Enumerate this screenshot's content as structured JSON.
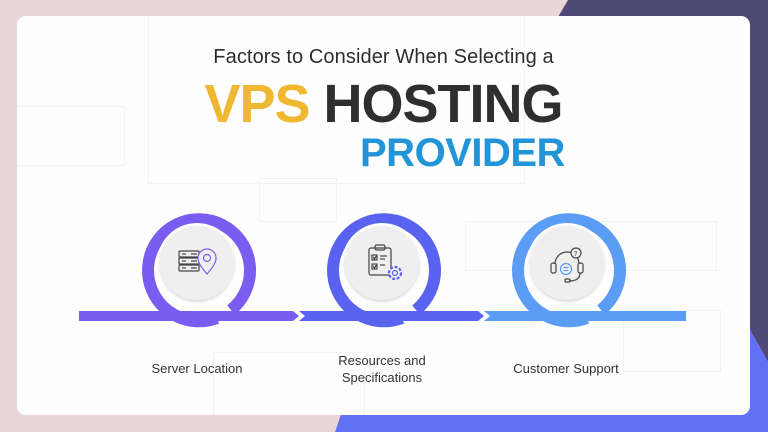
{
  "header": {
    "subtitle": "Factors to Consider When Selecting a",
    "title_part1": "VPS",
    "title_part2": "HOSTING",
    "title_line2": "PROVIDER"
  },
  "colors": {
    "background_pink": "#ead6d6",
    "navy": "#4f4a75",
    "blue_violet": "#6271f4",
    "vps_yellow": "#f0b731",
    "hosting_dark": "#2f2f2f",
    "provider_blue": "#2195d7",
    "step1": "#7b5cf0",
    "step2": "#5a63f0",
    "step3": "#5b9cf5"
  },
  "steps": [
    {
      "label": "Server Location",
      "icon": "server-location-icon"
    },
    {
      "label_line1": "Resources and",
      "label_line2": "Specifications",
      "icon": "clipboard-gear-icon"
    },
    {
      "label": "Customer Support",
      "icon": "headset-support-icon"
    }
  ]
}
